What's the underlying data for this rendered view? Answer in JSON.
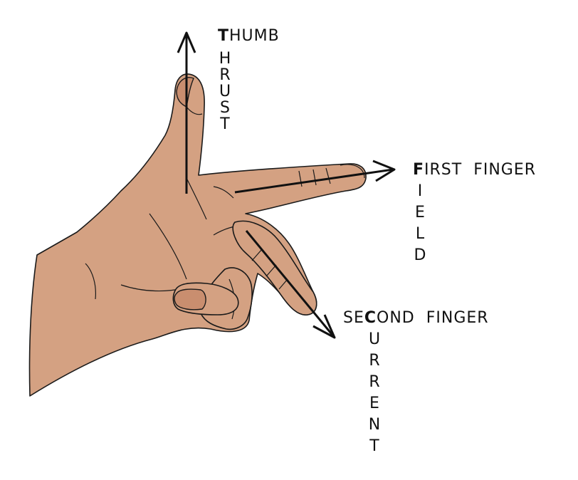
{
  "colors": {
    "skin": "#d4a182",
    "skin_shadow": "#c98e6f",
    "outline": "#1a1a1a",
    "arrow": "#111111"
  },
  "labels": {
    "thumb": {
      "first_letter": "T",
      "rest": "HUMB",
      "column": [
        "H",
        "R",
        "U",
        "S",
        "T"
      ]
    },
    "first_finger": {
      "first_letter": "F",
      "rest": "IRST  FINGER",
      "column": [
        "I",
        "E",
        "L",
        "D"
      ]
    },
    "second_finger": {
      "prefix": "SE",
      "letter": "C",
      "rest": "OND  FINGER",
      "column": [
        "U",
        "R",
        "R",
        "E",
        "N",
        "T"
      ]
    }
  }
}
